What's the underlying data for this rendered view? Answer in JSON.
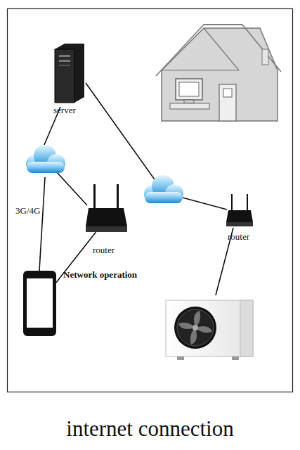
{
  "diagram": {
    "caption": "internet connection",
    "nodes": [
      {
        "text": [
          "server"
        ]
      },
      {
        "text": [
          "router"
        ]
      },
      {
        "text": [
          "router"
        ]
      },
      {
        "text": [
          "Network operation"
        ]
      }
    ],
    "edges": [
      {
        "from": 1,
        "to": 3,
        "arrow": "none"
      }
    ],
    "labels": [
      "3G/4G"
    ]
  }
}
